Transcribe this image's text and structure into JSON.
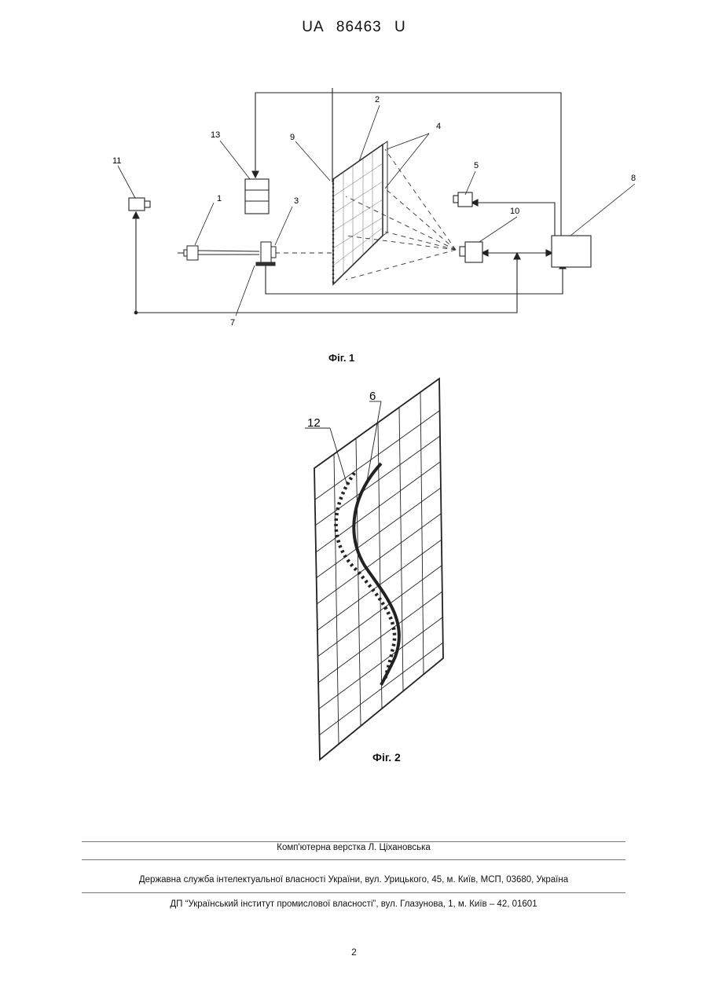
{
  "header": {
    "doc_number": "UA   86463   U"
  },
  "figure1": {
    "caption": "Фіг. 1",
    "labels": {
      "l1": "1",
      "l2": "2",
      "l3": "3",
      "l4": "4",
      "l5": "5",
      "l7": "7",
      "l8": "8",
      "l9": "9",
      "l10": "10",
      "l11": "11",
      "l13": "13"
    }
  },
  "figure2": {
    "caption": "Фіг. 2",
    "labels": {
      "l6": "6",
      "l12": "12"
    }
  },
  "footer": {
    "layout_credit": "Комп'ютерна верстка Л. Ціхановська",
    "agency": "Державна служба інтелектуальної власності України, вул. Урицького, 45, м. Київ, МСП, 03680, Україна",
    "publisher": "ДП “Український інститут промислової власності”, вул. Глазунова, 1, м. Київ – 42, 01601"
  },
  "page_number": "2"
}
